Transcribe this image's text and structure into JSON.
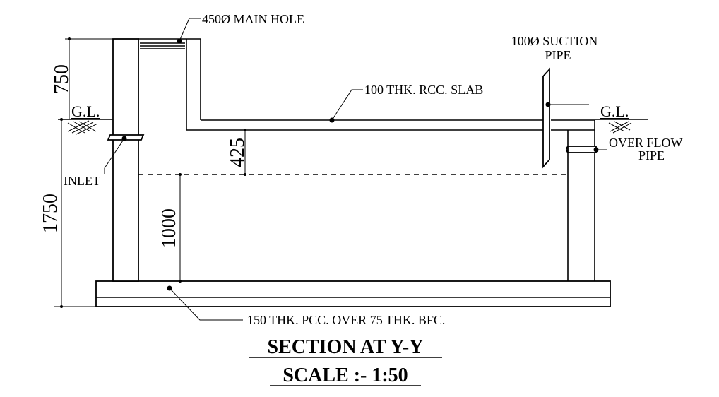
{
  "labels": {
    "main_hole": "450Ø MAIN HOLE",
    "suction_line1": "100Ø SUCTION",
    "suction_line2": "PIPE",
    "slab": "100 THK. RCC. SLAB",
    "gl_left": "G.L.",
    "gl_right": "G.L.",
    "overflow_line1": "OVER FLOW",
    "overflow_line2": "PIPE",
    "inlet": "INLET",
    "pcc": "150 THK. PCC. OVER 75 THK. BFC."
  },
  "dimensions": {
    "top_height": "750",
    "depth": "1750",
    "freeboard": "425",
    "water_depth": "1000"
  },
  "title": {
    "section": "SECTION AT Y-Y",
    "scale": "SCALE :- 1:50"
  }
}
